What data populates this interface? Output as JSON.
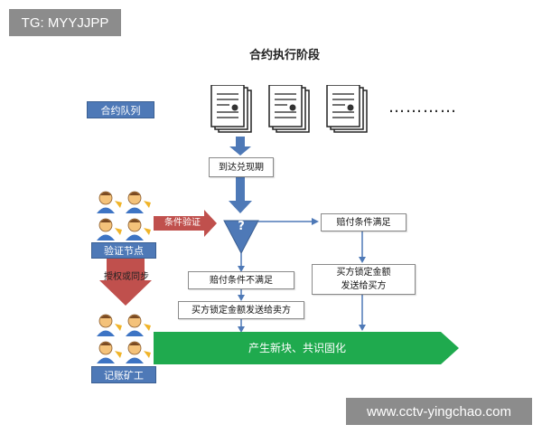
{
  "watermark_top": "TG: MYYJJPP",
  "watermark_bottom": "www.cctv-yingchao.com",
  "diagram": {
    "title": "合约执行阶段",
    "contract_queue": "合约队列",
    "ellipsis": "…………",
    "arrive_due": "到达兑现期",
    "question_mark": "?",
    "condition_verify": "条件验证",
    "verify_node": "验证节点",
    "auth_sync": "授权或同步",
    "ledger_miner": "记账矿工",
    "condition_met": "赔付条件满足",
    "condition_not_met": "赔付条件不满足",
    "buyer_lock_left": "买方锁定金额发送给卖方",
    "buyer_lock_right": "买方锁定金额\n发送给买方",
    "new_block": "产生新块、共识固化"
  },
  "colors": {
    "blue": "#4e79b7",
    "red": "#c0504d",
    "green": "#1faa4e"
  }
}
